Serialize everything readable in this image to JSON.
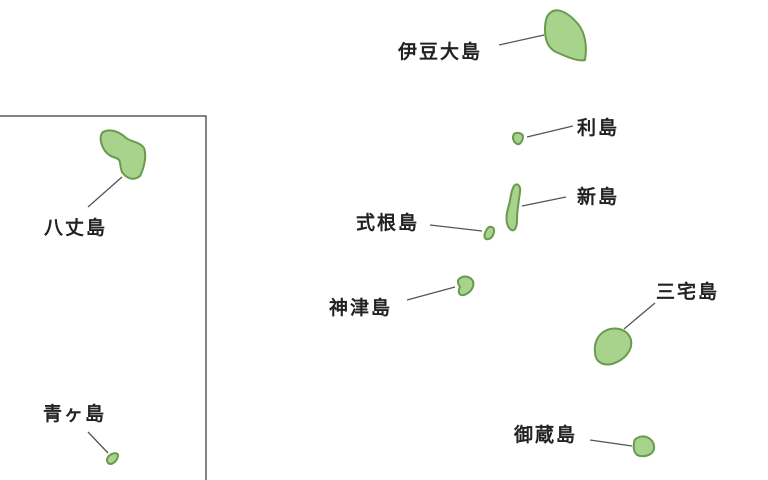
{
  "map": {
    "land_color": "#a8d38d",
    "coast_color": "#6a9a4e",
    "islands": {
      "izu_oshima": "伊豆大島",
      "toshima": "利島",
      "niijima": "新島",
      "shikinejima": "式根島",
      "kozushima": "神津島",
      "miyakejima": "三宅島",
      "mikurajima": "御蔵島",
      "hachijojima": "八丈島",
      "aogashima": "青ヶ島"
    }
  }
}
